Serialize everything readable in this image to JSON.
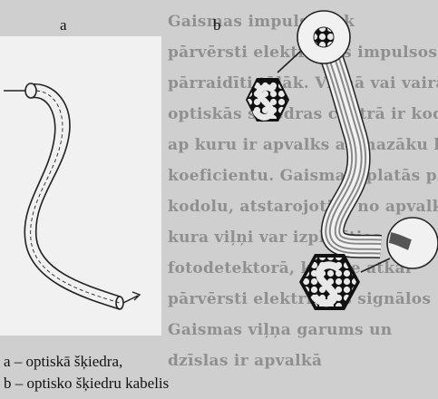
{
  "figure": {
    "label_a": "a",
    "label_b": "b",
    "captions": [
      "a – optiskā šķiedra,",
      "b – optisko šķiedru kabelis"
    ]
  },
  "background_text": {
    "lines": [
      "Gaismas impulsi tiek",
      "pārvērsti elektriskos impulsos un",
      "pārraidīti tālāk. Vienā vai vairākās",
      "optiskās šķiedras centrā ir kodols,",
      "ap kuru ir apvalks ar mazāku laušanas",
      "koeficientu. Gaisma izplatās pa",
      "kodolu, atstarojoties no apvalka,",
      "kura viļņi var izplatīties",
      "fotodetektorā, kur tie atkal",
      "pārvērsti elektriskos signālos",
      "Gaismas viļņa garums un",
      "dzīslas ir apvalkā"
    ],
    "ghost_lines": [
      "",
      "",
      "",
      "",
      "",
      ""
    ]
  },
  "icons": {
    "fiber_single": "optical-fiber-icon",
    "fiber_cable": "fiber-cable-icon",
    "cross_section": "hexagon-cross-section-icon"
  }
}
